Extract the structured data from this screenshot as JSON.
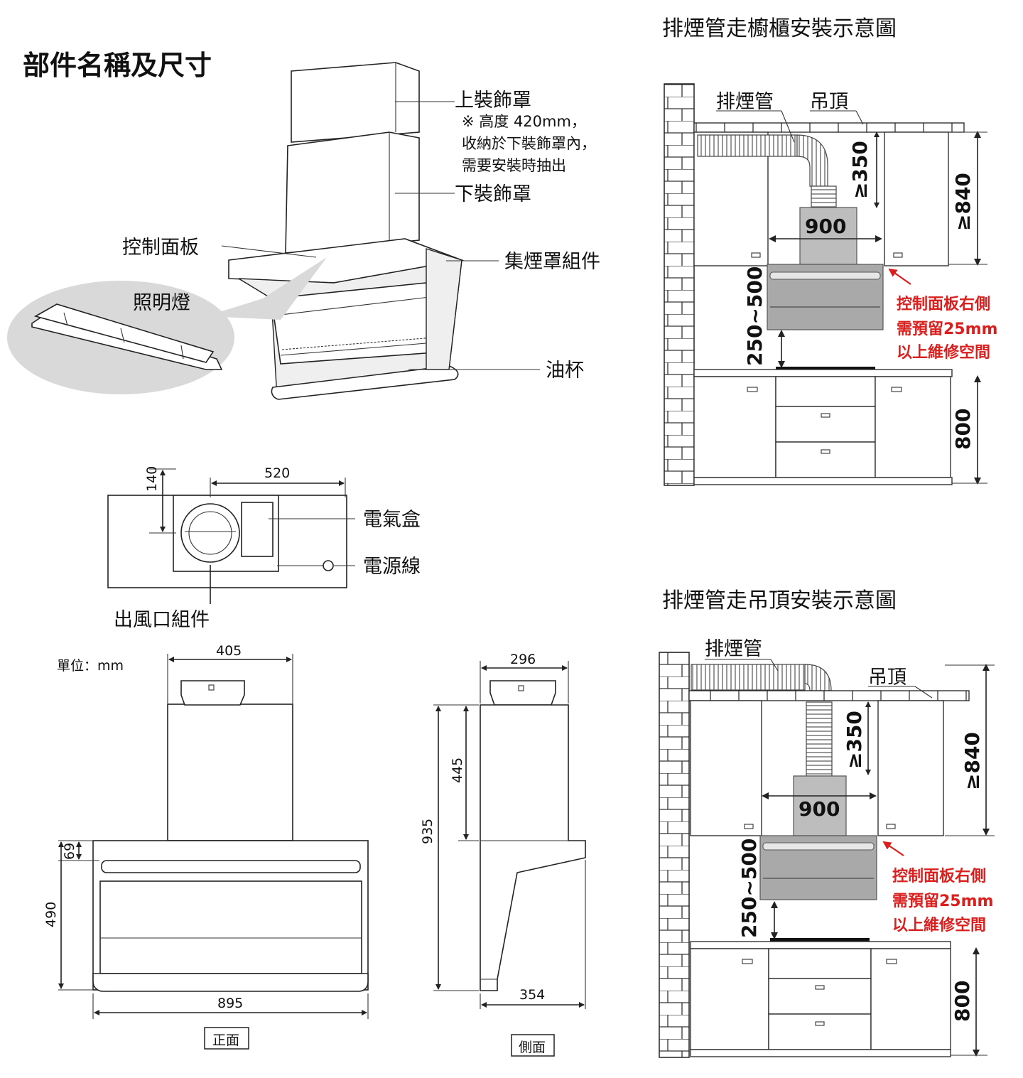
{
  "title": "部件名稱及尺寸",
  "parts": {
    "upper_cover": "上裝飾罩",
    "upper_cover_note": [
      "※ 高度 420mm，",
      "收納於下裝飾罩內，",
      "需要安裝時抽出"
    ],
    "lower_cover": "下裝飾罩",
    "control_panel": "控制面板",
    "hood_assembly": "集煙罩組件",
    "lighting": "照明燈",
    "oil_cup": "油杯",
    "electric_box": "電氣盒",
    "power_cord": "電源線",
    "outlet_assembly": "出風口組件"
  },
  "top_dims": {
    "d140": "140",
    "d520": "520"
  },
  "front": {
    "unit": "單位：mm",
    "w405": "405",
    "h69": "69",
    "h490": "490",
    "w895": "895",
    "label": "正面"
  },
  "side": {
    "w296": "296",
    "h445": "445",
    "h935": "935",
    "w354": "354",
    "label": "側面"
  },
  "install_cabinet": {
    "title": "排煙管走櫥櫃安裝示意圖",
    "duct": "排煙管",
    "ceiling": "吊頂",
    "d350": "≥350",
    "d900": "900",
    "d840": "≥840",
    "d250_500": "250~500",
    "d800": "800",
    "note": [
      "控制面板右側",
      "需預留25mm",
      "以上維修空間"
    ]
  },
  "install_ceiling": {
    "title": "排煙管走吊頂安裝示意圖",
    "duct": "排煙管",
    "ceiling": "吊頂",
    "d350": "≥350",
    "d900": "900",
    "d840": "≥840",
    "d250_500": "250~500",
    "d800": "800",
    "note": [
      "控制面板右側",
      "需預留25mm",
      "以上維修空間"
    ]
  },
  "colors": {
    "note_red": "#d9201f",
    "hood_grey": "#bdbdbd"
  }
}
